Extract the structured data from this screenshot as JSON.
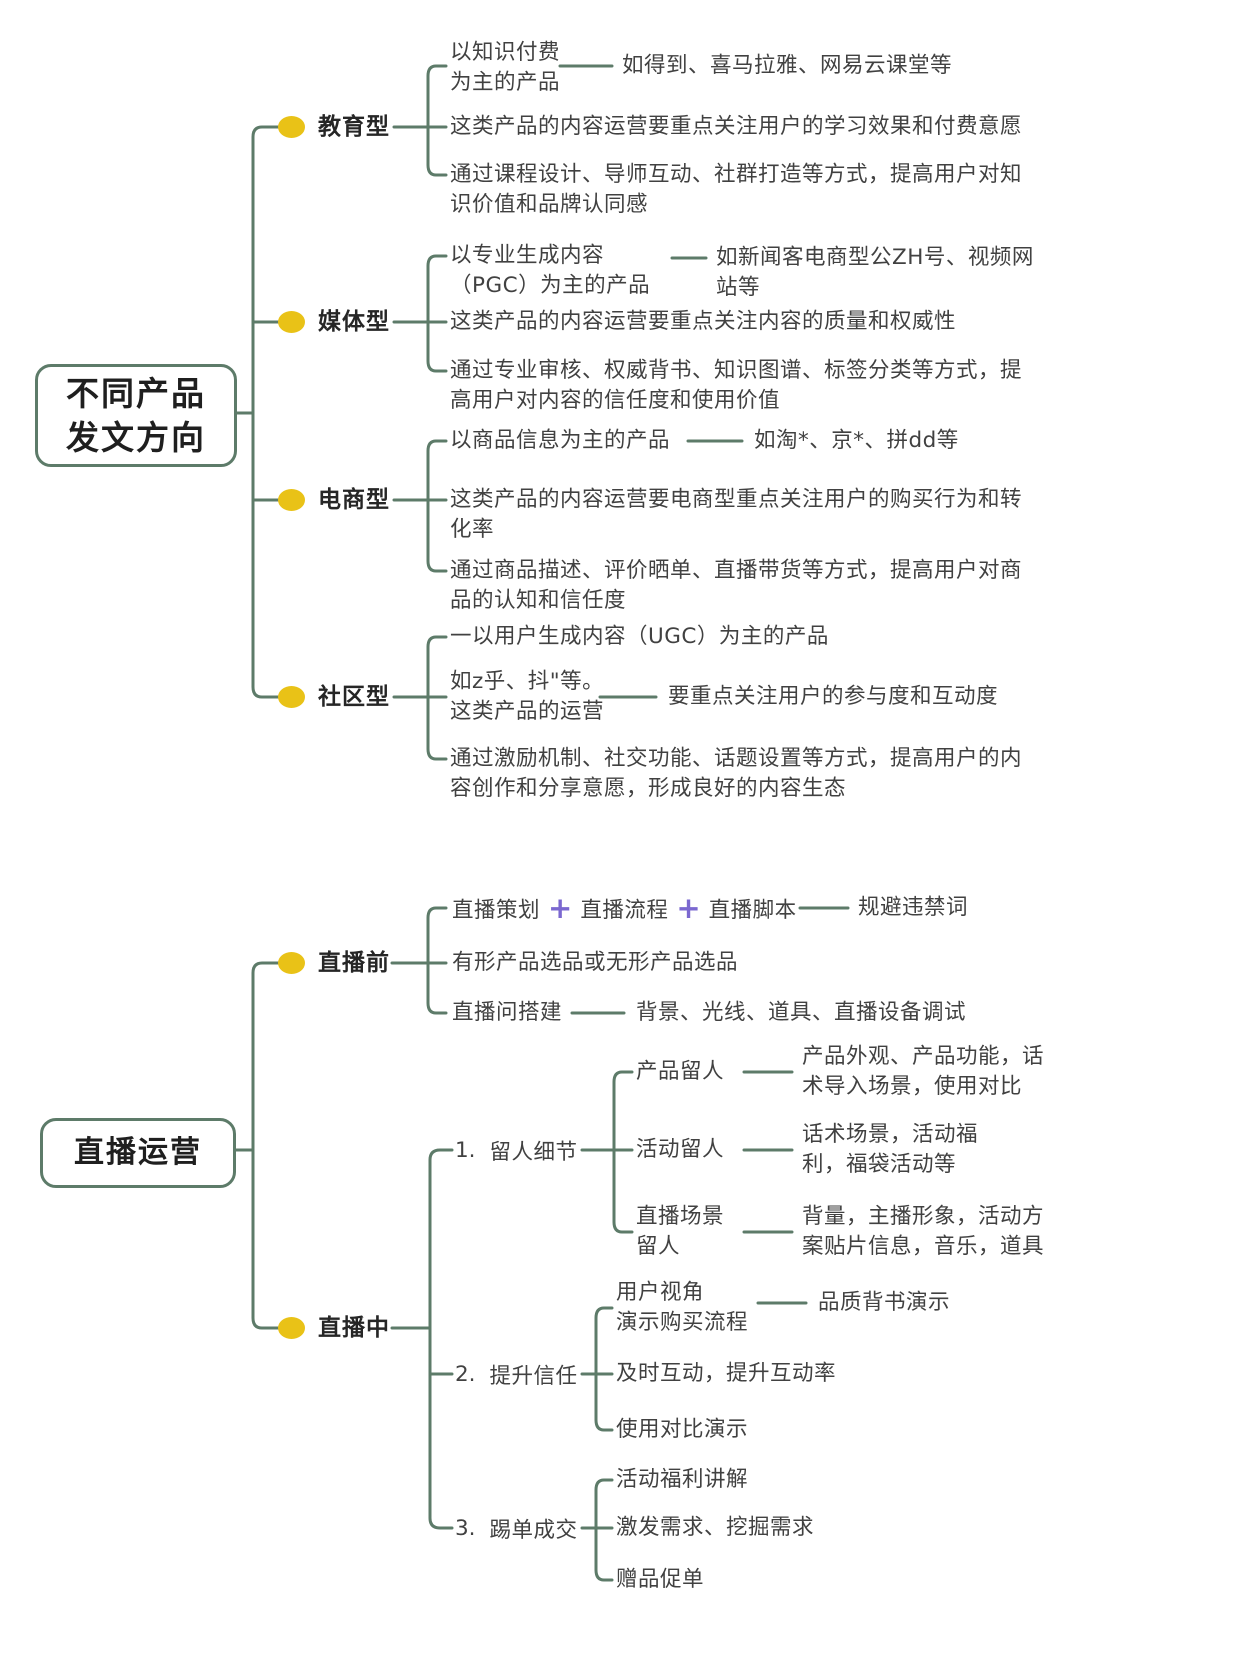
{
  "palette": {
    "branch_line": "#5d7b69",
    "bullet_fill": "#e9c217",
    "plus_icon_color": "#7b68d0",
    "text_color": "#414141"
  },
  "map1": {
    "root": {
      "line1": "不同产品",
      "line2": "发文方向"
    },
    "branches": [
      {
        "label": "教育型",
        "children": [
          {
            "text": "以知识付费\n为主的产品",
            "note": "如得到、喜马拉雅、网易云课堂等"
          },
          {
            "text": "这类产品的内容运营要重点关注用户的学习效果和付费意愿"
          },
          {
            "text": "通过课程设计、导师互动、社群打造等方式，提高用户对知\n识价值和品牌认同感"
          }
        ]
      },
      {
        "label": "媒体型",
        "children": [
          {
            "text": "以专业生成内容\n（PGC）为主的产品",
            "note": "如新闻客电商型公ZH号、视频网\n站等"
          },
          {
            "text": "这类产品的内容运营要重点关注内容的质量和权威性"
          },
          {
            "text": "通过专业审核、权威背书、知识图谱、标签分类等方式，提\n高用户对内容的信任度和使用价值"
          }
        ]
      },
      {
        "label": "电商型",
        "children": [
          {
            "text": "以商品信息为主的产品",
            "note": "如淘*、京*、拼dd等"
          },
          {
            "text": "这类产品的内容运营要电商型重点关注用户的购买行为和转\n化率"
          },
          {
            "text": "通过商品描述、评价晒单、直播带货等方式，提高用户对商\n品的认知和信任度"
          }
        ]
      },
      {
        "label": "社区型",
        "children": [
          {
            "text": "一以用户生成内容（UGC）为主的产品"
          },
          {
            "text": "如z乎、抖\"等。\n这类产品的运营",
            "note": "要重点关注用户的参与度和互动度"
          },
          {
            "text": "通过激励机制、社交功能、话题设置等方式，提高用户的内\n容创作和分享意愿，形成良好的内容生态"
          }
        ]
      }
    ]
  },
  "map2": {
    "root": {
      "line1": "直播运营"
    },
    "before": {
      "label": "直播前",
      "plus_icon": "+",
      "plan_parts": [
        "直播策划",
        "直播流程",
        "直播脚本"
      ],
      "plan_note": "规避违禁词",
      "item2": "有形产品选品或无形产品选品",
      "item3": "直播问搭建",
      "item3_note": "背景、光线、道具、直播设备调试"
    },
    "during": {
      "label": "直播中",
      "groups": [
        {
          "num": "1.",
          "label": "留人细节",
          "children": [
            {
              "text": "产品留人",
              "note": "产品外观、产品功能，话\n术导入场景，使用对比"
            },
            {
              "text": "活动留人",
              "note": "话术场景，活动福\n利，福袋活动等"
            },
            {
              "text": "直播场景\n留人",
              "note": "背量，主播形象，活动方\n案贴片信息，音乐，道具"
            }
          ]
        },
        {
          "num": "2.",
          "label": "提升信任",
          "children": [
            {
              "text": "用户视角\n演示购买流程",
              "note": "品质背书演示"
            },
            {
              "text": "及时互动，提升互动率"
            },
            {
              "text": "使用对比演示"
            }
          ]
        },
        {
          "num": "3.",
          "label": "踢单成交",
          "children": [
            {
              "text": "活动福利讲解"
            },
            {
              "text": "激发需求、挖掘需求"
            },
            {
              "text": "赠品促单"
            }
          ]
        }
      ]
    }
  }
}
